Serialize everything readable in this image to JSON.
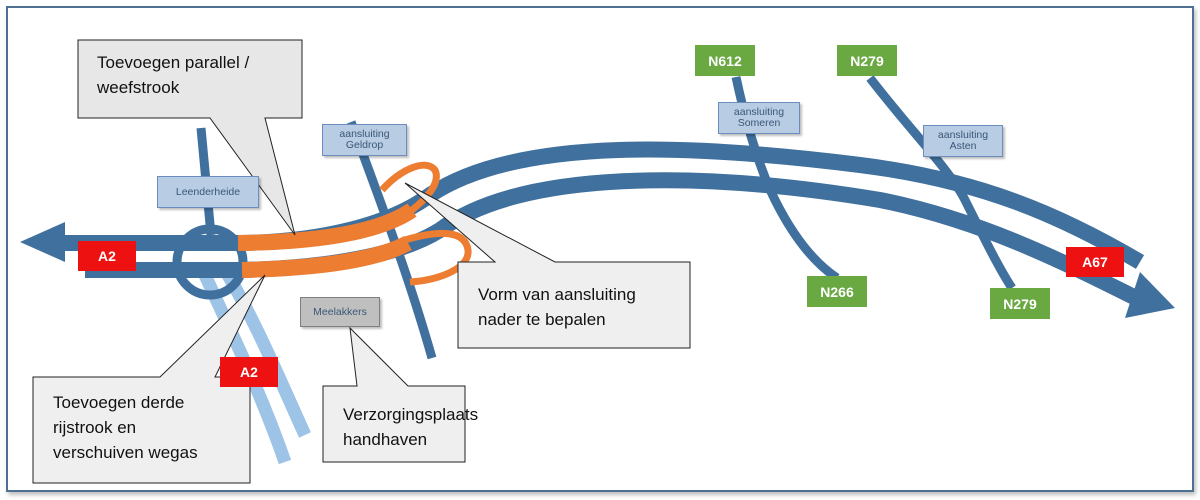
{
  "diagram": {
    "road_labels": {
      "a2_west": "A2",
      "a2_south": "A2",
      "a67": "A67",
      "n612": "N612",
      "n279_north": "N279",
      "n266": "N266",
      "n279_south": "N279"
    },
    "places": {
      "leenderheide": "Leenderheide",
      "geldrop": [
        "aansluiting",
        "Geldrop"
      ],
      "meelakkers": "Meelakkers",
      "someren": [
        "aansluiting",
        "Someren"
      ],
      "asten": [
        "aansluiting",
        "Asten"
      ]
    },
    "callouts": {
      "parallel": [
        "Toevoegen parallel /",
        "weefstrook"
      ],
      "derde": [
        "Toevoegen derde",
        "rijstrook en",
        "verschuiven wegas"
      ],
      "vorm": [
        "Vorm van aansluiting",
        "nader te bepalen"
      ],
      "verzorging": [
        "Verzorgingsplaats",
        "handhaven"
      ]
    },
    "colors": {
      "road": "#40709e",
      "road_light": "#9dc3e6",
      "widening": "#ed7d31",
      "motorway_badge": "#ee1111",
      "provincial_badge": "#6aa842",
      "place_box": "#b8cce4",
      "callout_fill": "#efefef"
    }
  }
}
